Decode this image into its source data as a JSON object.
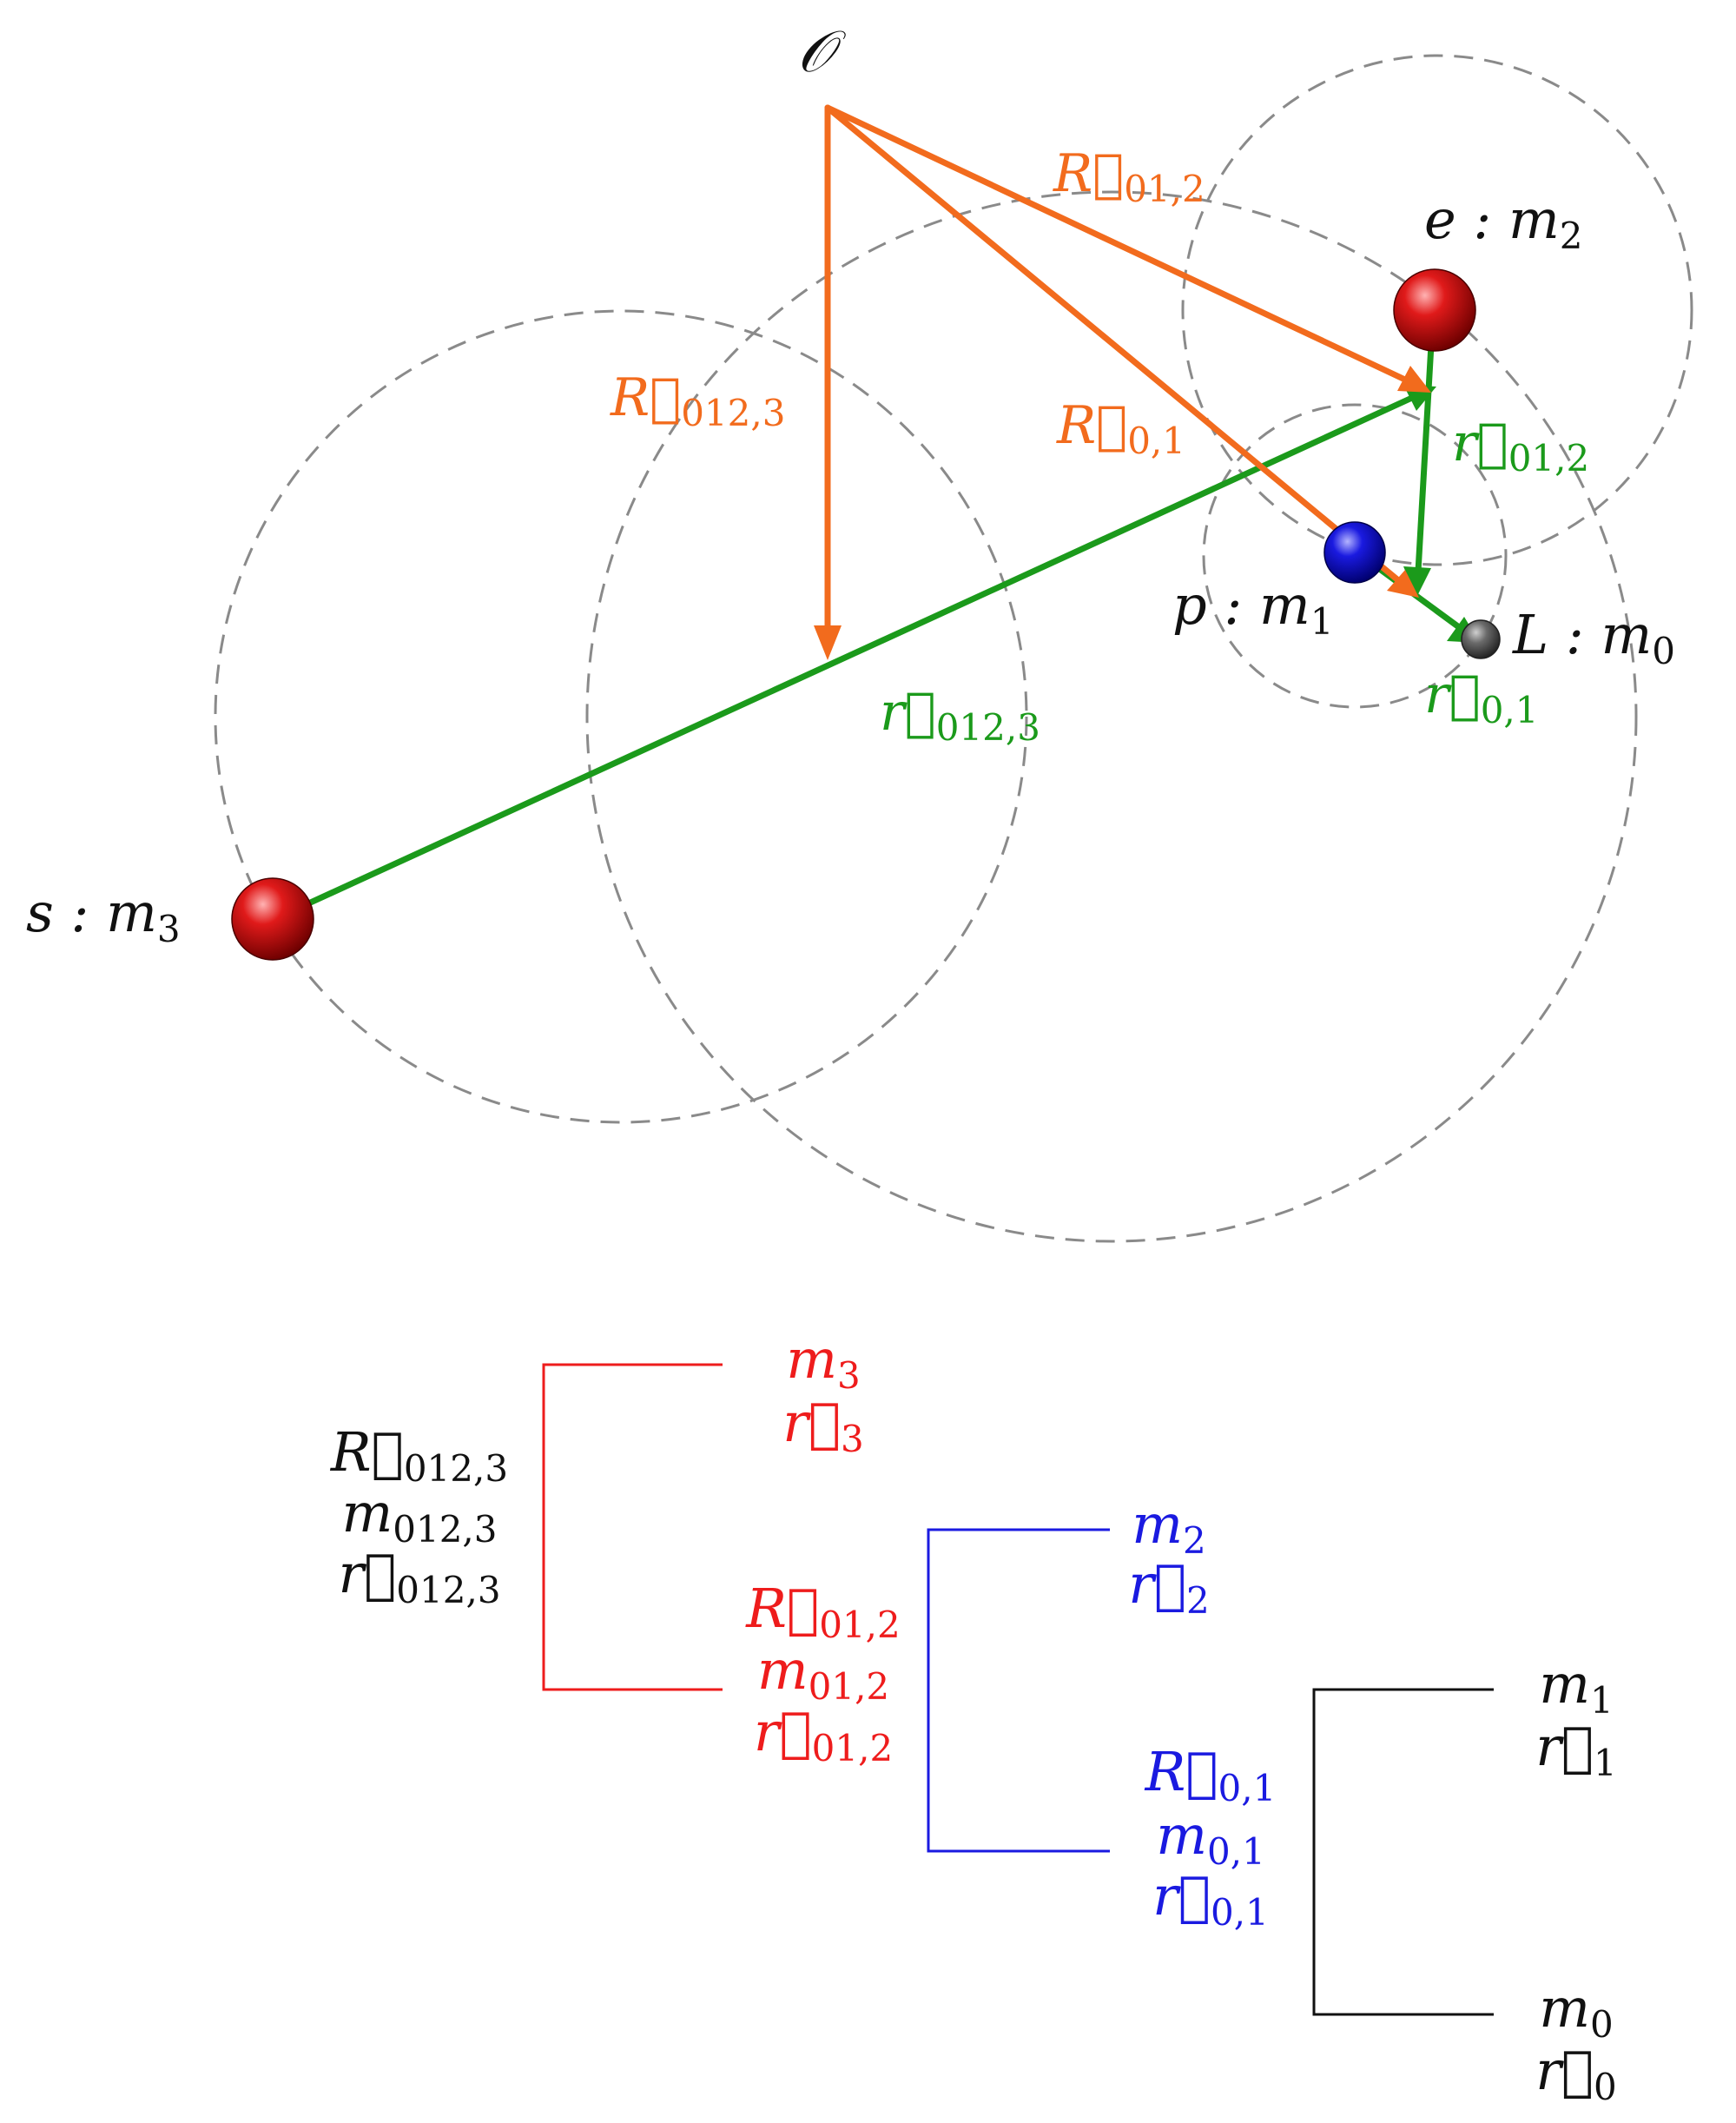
{
  "colors": {
    "orange": "#f26b1d",
    "green": "#1b9a1b",
    "red": "#ee1c1c",
    "blue": "#1a1ae0",
    "black": "#111111",
    "dashed": "#8a8a8a"
  },
  "labels": {
    "origin": "𝒪",
    "R012_3": {
      "sym": "R⃗",
      "sub": "012,3"
    },
    "R01_2": {
      "sym": "R⃗",
      "sub": "01,2"
    },
    "R0_1": {
      "sym": "R⃗",
      "sub": "0,1"
    },
    "r012_3": {
      "sym": "r⃗",
      "sub": "012,3"
    },
    "r01_2": {
      "sym": "r⃗",
      "sub": "01,2"
    },
    "r0_1": {
      "sym": "r⃗",
      "sub": "0,1"
    }
  },
  "bodies": [
    {
      "id": "s",
      "text": "s : m",
      "sub": "3"
    },
    {
      "id": "e",
      "text": "e : m",
      "sub": "2"
    },
    {
      "id": "p",
      "text": "p : m",
      "sub": "1"
    },
    {
      "id": "L",
      "text": "L : m",
      "sub": "0"
    }
  ],
  "tree": {
    "top": [
      {
        "sym": "R⃗",
        "sub": "012,3"
      },
      {
        "sym": "m",
        "sub": "012,3"
      },
      {
        "sym": "r⃗",
        "sub": "012,3"
      }
    ],
    "leaf3": [
      {
        "sym": "m",
        "sub": "3"
      },
      {
        "sym": "r⃗",
        "sub": "3"
      }
    ],
    "mid": [
      {
        "sym": "R⃗",
        "sub": "01,2"
      },
      {
        "sym": "m",
        "sub": "01,2"
      },
      {
        "sym": "r⃗",
        "sub": "01,2"
      }
    ],
    "leaf2": [
      {
        "sym": "m",
        "sub": "2"
      },
      {
        "sym": "r⃗",
        "sub": "2"
      }
    ],
    "low": [
      {
        "sym": "R⃗",
        "sub": "0,1"
      },
      {
        "sym": "m",
        "sub": "0,1"
      },
      {
        "sym": "r⃗",
        "sub": "0,1"
      }
    ],
    "leaf1": [
      {
        "sym": "m",
        "sub": "1"
      },
      {
        "sym": "r⃗",
        "sub": "1"
      }
    ],
    "leaf0": [
      {
        "sym": "m",
        "sub": "0"
      },
      {
        "sym": "r⃗",
        "sub": "0"
      }
    ]
  }
}
